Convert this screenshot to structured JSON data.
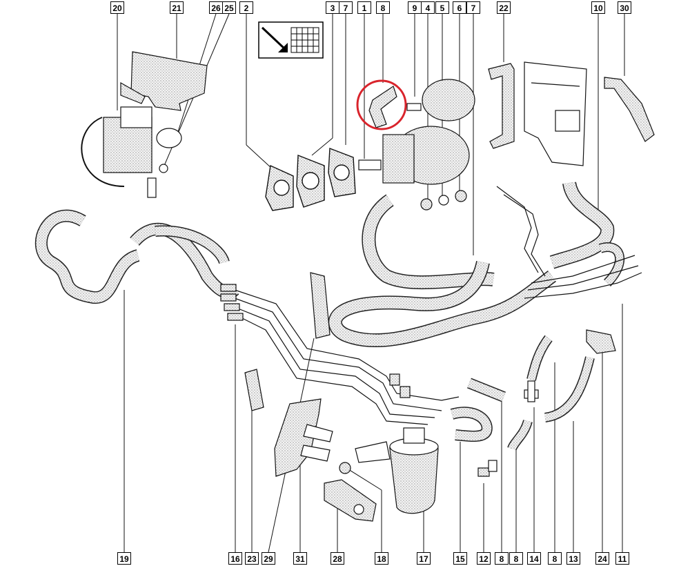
{
  "diagram": {
    "top_labels": [
      "20",
      "21",
      "26",
      "25",
      "2",
      "3",
      "7",
      "1",
      "8",
      "9",
      "4",
      "5",
      "6",
      "7",
      "22",
      "10",
      "30"
    ],
    "bottom_labels": [
      "19",
      "16",
      "23",
      "29",
      "31",
      "28",
      "18",
      "17",
      "15",
      "12",
      "8",
      "8",
      "14",
      "8",
      "13",
      "24",
      "11"
    ],
    "highlight_color": "#d9242c",
    "line_color": "#111111"
  }
}
